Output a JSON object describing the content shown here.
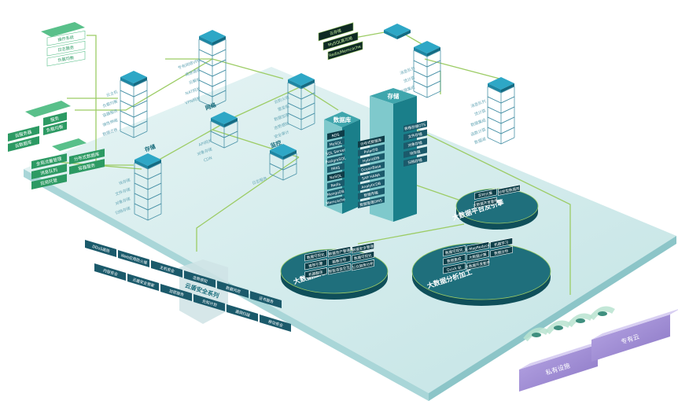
{
  "colors": {
    "platform_top": "#cfe9ea",
    "platform_side": "#9fcfd1",
    "link_green": "#9ccc65",
    "server_blue": "#2ea7c6",
    "server_dark": "#1d5c6e",
    "tower_teal": "#1a7f8a",
    "green_card": "#2c9a63",
    "dark_card": "#1b5a6b",
    "cloud_purple": "#8e7cc3"
  },
  "top_left_stack": [
    "操作系统",
    "日志服务",
    "负载均衡"
  ],
  "left_green_cards": {
    "block_a": [
      "服务",
      "云服务器",
      "负载均衡",
      "云数据库"
    ],
    "block_b": [
      "全局流量管理",
      "分布式数据库",
      "消息队列",
      "容器服务",
      "应用托管"
    ]
  },
  "nodes": {
    "n1": {
      "labels": [
        "云主机",
        "负载均衡",
        "容器服务",
        "弹性伸缩",
        "数据迁移"
      ]
    },
    "n2": {
      "labels": [
        "专有网络VPC",
        "高速通道",
        "云解析",
        "NAT网关",
        "VPN网关"
      ]
    },
    "n3": {
      "labels": [
        "云防火墙",
        "堡垒机",
        "数据加密",
        "态势感知",
        "安全审计"
      ]
    },
    "n4": {
      "labels": [
        "API网关",
        "对象存储",
        "CDN"
      ]
    },
    "storage_left": {
      "title": "存储",
      "labels": [
        "块存储",
        "文件存储",
        "对象存储",
        "归档存储"
      ]
    },
    "network_mid": {
      "title": "网络"
    },
    "monitor": {
      "title": "监控",
      "labels": [
        "日志服务"
      ]
    },
    "right_stack": {
      "labels": [
        "消息队列",
        "流计算",
        "数据集成",
        "函数计算",
        "数据湖"
      ]
    }
  },
  "black_cards": [
    "云存储",
    "MySQL高可用",
    "Redis/Memcache"
  ],
  "database_tower": {
    "title": "数据库",
    "items": [
      "RDS",
      "MySQL",
      "SQL Server",
      "PostgreSQL",
      "PPAS",
      "NoSQL",
      "Redis",
      "MongoDB",
      "Memcache"
    ]
  },
  "storage_tower": {
    "title": "存储",
    "items": [
      "分布式数据库",
      "PolarDB",
      "HybridDB",
      "OceanBase",
      "SAP HANA",
      "AnalyticDB",
      "数据传输",
      "数据管理DMS"
    ],
    "right_items": [
      "表格存储OTS",
      "文件存储",
      "对象存储",
      "块存储",
      "归档存储"
    ]
  },
  "platform_disc": {
    "title": "大数据平台及引擎",
    "items": [
      "实时计算",
      "分析型数据库",
      "大数据开发套件"
    ]
  },
  "app_disc": {
    "title": "大数据应用",
    "items": [
      "数据可视化",
      "数据资产管理",
      "数据安全管理",
      "推荐引擎",
      "画像分析",
      "数据可视化",
      "机器翻译",
      "智能语音交互",
      "公众趋势分析"
    ]
  },
  "analysis_disc": {
    "title": "大数据分析加工",
    "items": [
      "数据可视化",
      "E-MapReduce",
      "机器学习",
      "数据集成",
      "大数据计算",
      "数据分析",
      "Quick BI",
      "大数据开发套件"
    ]
  },
  "security_series": {
    "title": "云盾安全系列",
    "cards": [
      "DDoS高防",
      "Web应用防火墙",
      "主机安全",
      "态势感知",
      "数据风控",
      "证书服务",
      "内容安全",
      "云盾安全管家",
      "加密服务",
      "先知计划",
      "漏洞扫描",
      "移动安全"
    ]
  },
  "clouds": {
    "private": "私有设施",
    "public": "专有云"
  }
}
